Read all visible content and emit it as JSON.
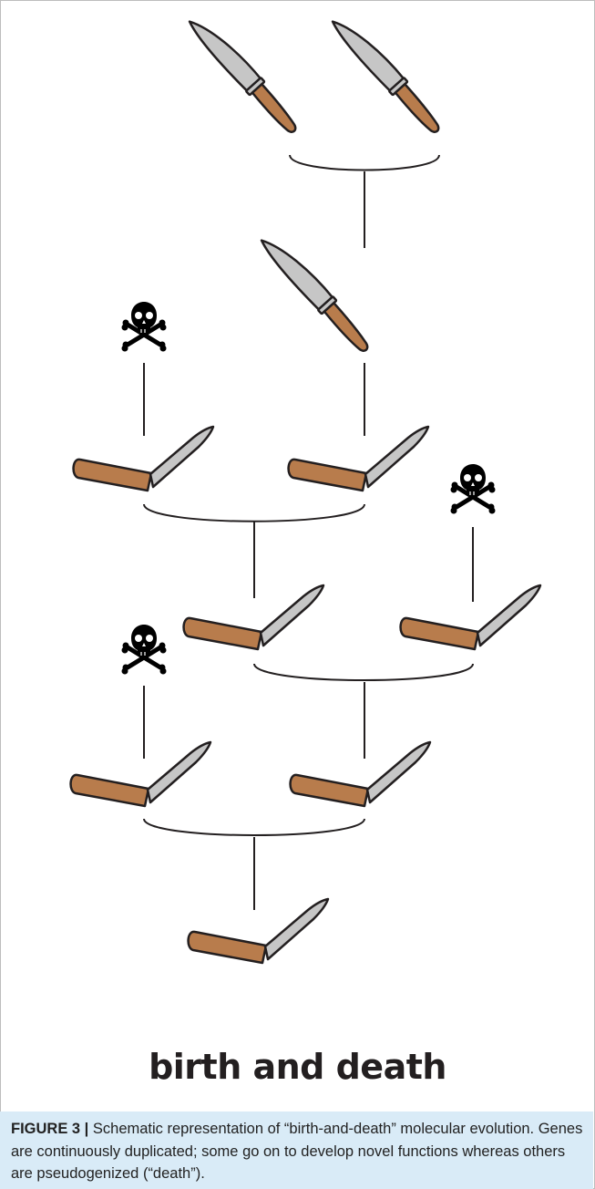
{
  "title": "birth and death",
  "caption": {
    "label": "FIGURE 3 |",
    "text": "Schematic representation of “birth-and-death” molecular evolution. Genes are continuously duplicated; some go on to develop novel functions whereas others are pseudogenized (“death”)."
  },
  "colors": {
    "handle": "#b87c4c",
    "blade": "#c6c6c6",
    "outline": "#231f20",
    "caption_bg": "#d9ebf7"
  },
  "icons": {
    "chef_knife": "chef-knife-icon",
    "pocket_knife": "pocket-knife-icon",
    "death": "skull-crossbones-icon"
  }
}
